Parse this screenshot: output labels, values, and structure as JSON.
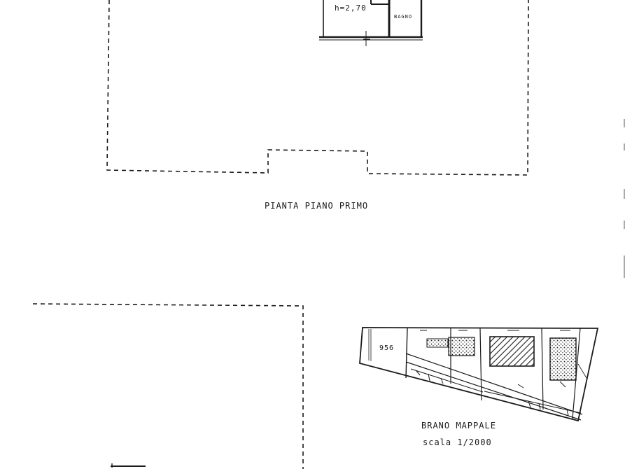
{
  "drawing": {
    "first_floor": {
      "title": "PIANTA PIANO PRIMO",
      "height_label": "h=2,70",
      "room_label": "BAGNO"
    },
    "cadastral": {
      "title": "BRANO MAPPALE",
      "scale": "scala 1/2000",
      "parcel_number": "956"
    }
  }
}
